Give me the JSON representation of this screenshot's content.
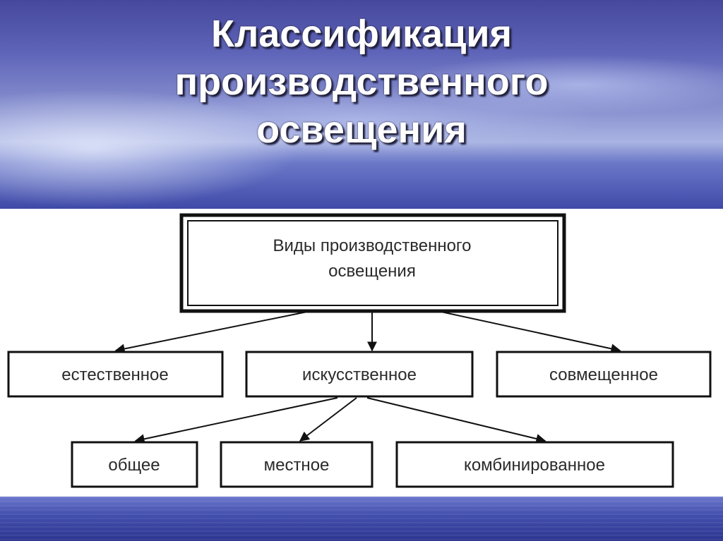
{
  "title": {
    "lines": [
      "Классификация",
      "производственного",
      "освещения"
    ]
  },
  "diagram": {
    "root": {
      "lines": [
        "Виды производственного",
        "освещения"
      ]
    },
    "level1": [
      "естественное",
      "искусственное",
      "совмещенное"
    ],
    "level2": [
      "общее",
      "местное",
      "комбинированное"
    ]
  }
}
